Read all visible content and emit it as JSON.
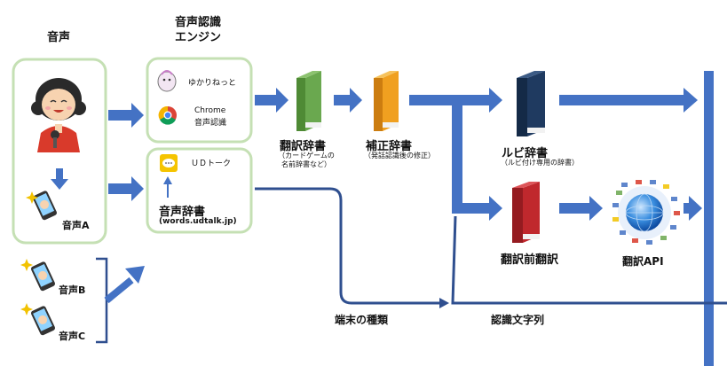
{
  "headers": {
    "voice": "音声",
    "engine_line1": "音声認識",
    "engine_line2": "エンジン"
  },
  "voice_sources": {
    "a": "音声A",
    "b": "音声B",
    "c": "音声C"
  },
  "engines": {
    "yukari": "ゆかりねっと",
    "chrome_line1": "Chrome",
    "chrome_line2": "音声認識",
    "udtalk": "ＵＤトーク"
  },
  "voice_dictionary": {
    "title": "音声辞書",
    "url": "(words.udtalk.jp)"
  },
  "dictionaries": {
    "translation": {
      "title": "翻訳辞書",
      "note_line1": "（カードゲームの",
      "note_line2": "名前辞書など）"
    },
    "correction": {
      "title": "補正辞書",
      "note": "（発話認識後の修正）"
    },
    "ruby": {
      "title": "ルビ辞書",
      "note": "（ルビ付け専用の辞書）"
    },
    "pre_translation": {
      "title": "翻訳前翻訳"
    }
  },
  "translation_api": "翻訳API",
  "bottom_labels": {
    "device_type": "端末の種類",
    "recognized_string": "認識文字列"
  },
  "colors": {
    "arrow_blue": "#4472c4",
    "dark_line": "#2f4f8f",
    "panel_border": "#c5e0b4",
    "book_green": "#6aa84f",
    "book_orange": "#f0a020",
    "book_navy": "#1f3a60",
    "book_red": "#c0282d"
  }
}
